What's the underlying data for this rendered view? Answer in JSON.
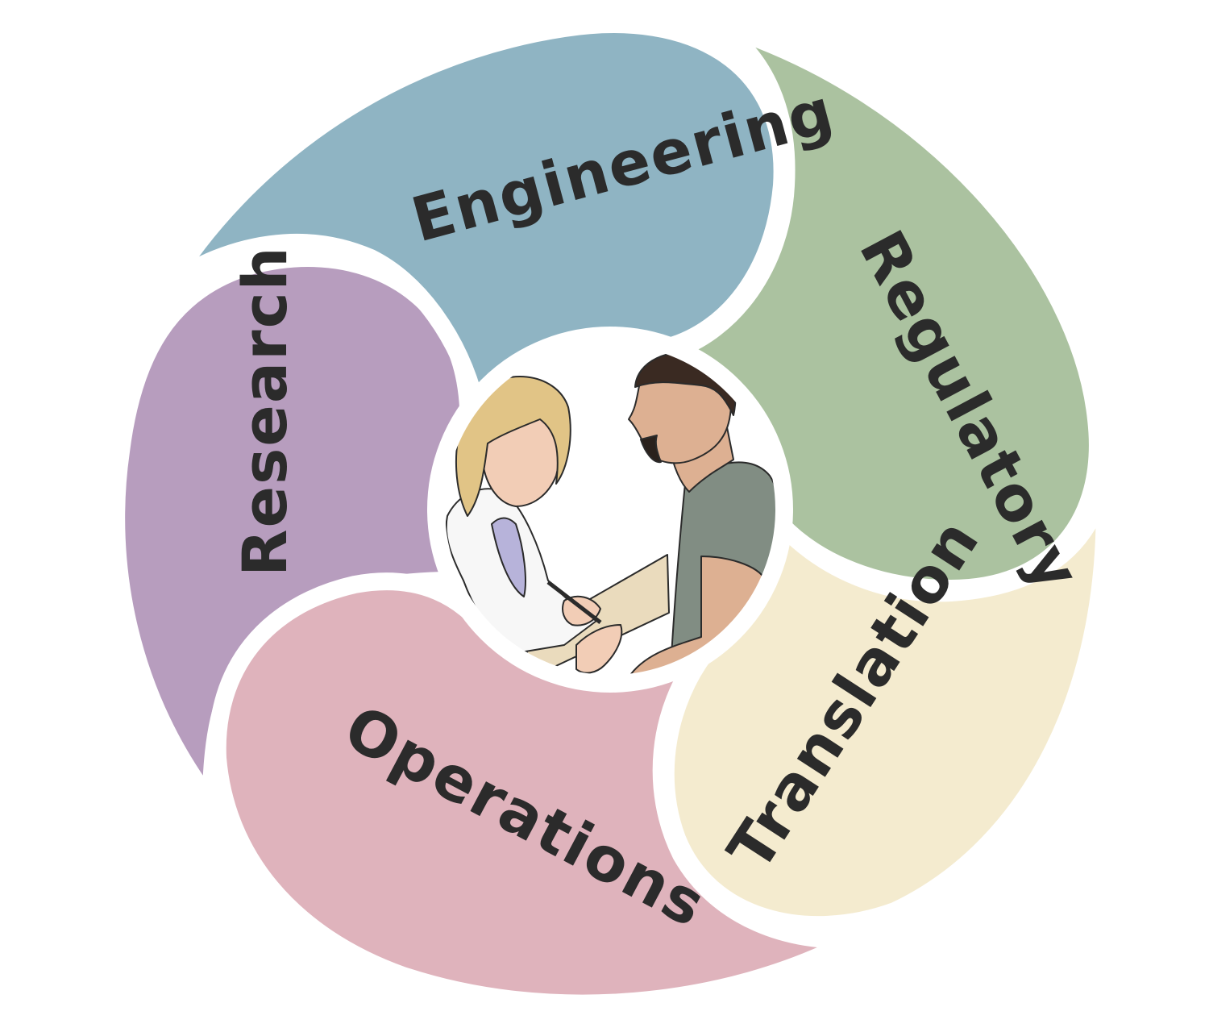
{
  "segments": [
    {
      "key": "engineering",
      "label": "Engineering",
      "color": "#8fb4c3"
    },
    {
      "key": "regulatory",
      "label": "Regulatory",
      "color": "#abc2a0"
    },
    {
      "key": "translation",
      "label": "Translation",
      "color": "#f4ebcf"
    },
    {
      "key": "operations",
      "label": "Operations",
      "color": "#dfb3bc"
    },
    {
      "key": "research",
      "label": "Research",
      "color": "#b79dbe"
    }
  ],
  "center": {
    "illustration": "doctor-patient-consultation-illustration"
  },
  "colors": {
    "label_text": "#2b2b2b",
    "background": "#ffffff",
    "center_fill": "#ffffff"
  }
}
